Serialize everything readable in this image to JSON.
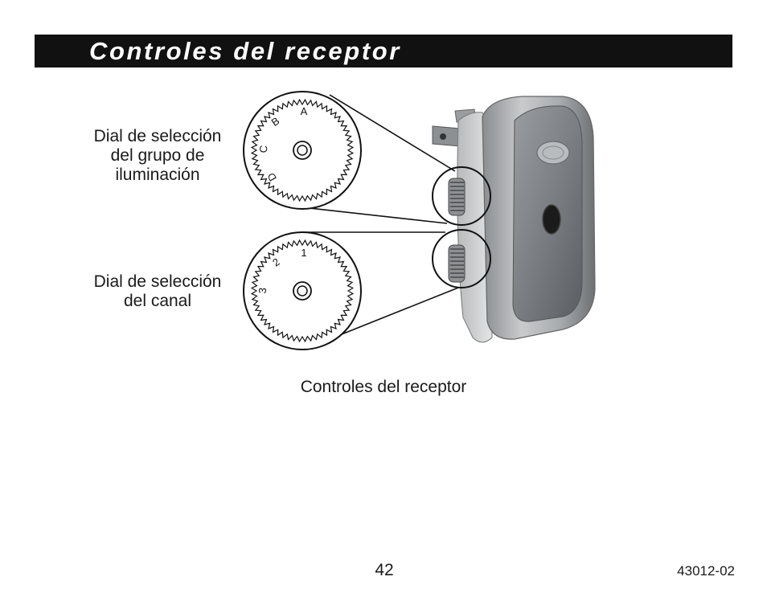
{
  "header": {
    "title": "Controles del receptor"
  },
  "callouts": {
    "group_dial": {
      "lines": [
        "Dial de selección",
        "del grupo de",
        "iluminación"
      ]
    },
    "channel_dial": {
      "lines": [
        "Dial de selección",
        "del canal"
      ]
    }
  },
  "dials": {
    "group": {
      "labels": [
        "A",
        "B",
        "C",
        "D"
      ]
    },
    "channel": {
      "labels": [
        "1",
        "2",
        "3"
      ]
    }
  },
  "figure_caption": "Controles del receptor",
  "footer": {
    "page_number": "42",
    "doc_code": "43012-02"
  }
}
